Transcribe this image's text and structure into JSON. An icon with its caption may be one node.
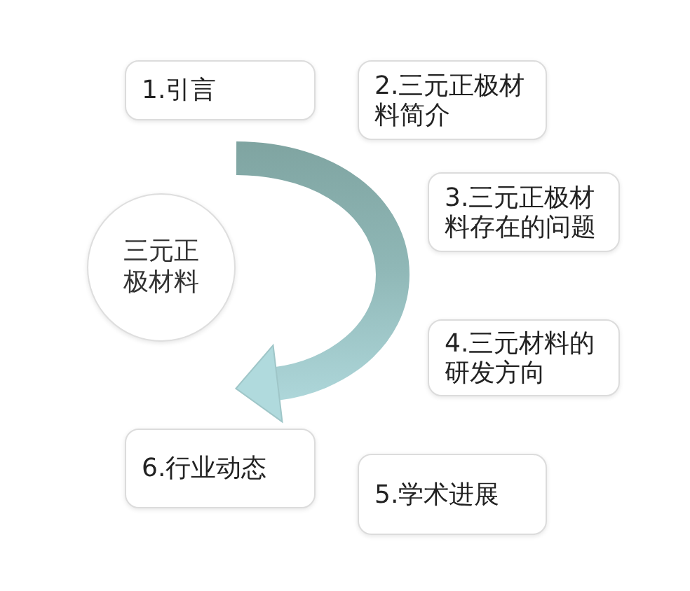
{
  "diagram": {
    "nodes": [
      {
        "text": [
          "三元正极材料"
        ]
      },
      {
        "text": [
          "1.引言"
        ]
      },
      {
        "text": [
          "2.三元正极材料简介"
        ]
      },
      {
        "text": [
          "3.三元正极材料存在的问题"
        ]
      },
      {
        "text": [
          "4.三元材料的研发方向"
        ]
      },
      {
        "text": [
          "5.学术进展"
        ]
      },
      {
        "text": [
          "6.行业动态"
        ]
      }
    ],
    "edges": [
      {
        "from": 1,
        "to": 6,
        "arrow": "to",
        "style": "thick"
      }
    ]
  }
}
